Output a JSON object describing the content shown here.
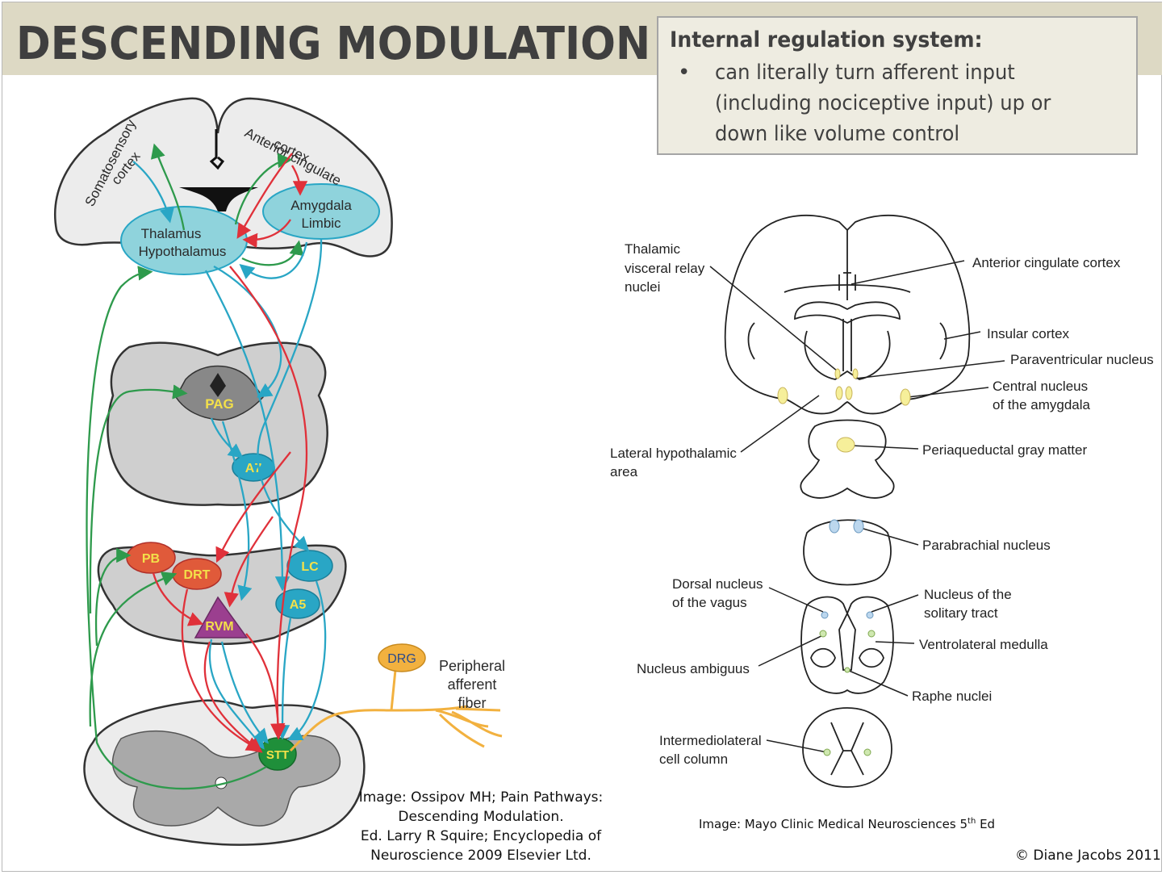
{
  "title": "DESCENDING MODULATION",
  "info": {
    "heading": "Internal regulation system:",
    "bullet": "•",
    "bullet_text": "can literally turn afferent input (including nociceptive input) up or down like volume control"
  },
  "left_diagram": {
    "labels": {
      "somatosensory": "Somatosensory",
      "somato_cortex": "cortex",
      "anterior_cingulate": "Anterior cingulate",
      "ac_cortex": "cortex",
      "amygdala": "Amygdala",
      "limbic": "Limbic",
      "thalamus": "Thalamus",
      "hypothalamus": "Hypothalamus",
      "pag": "PAG",
      "a7": "A7",
      "pb": "PB",
      "drt": "DRT",
      "lc": "LC",
      "a5": "A5",
      "rvm": "RVM",
      "stt": "STT",
      "drg": "DRG",
      "peripheral": "Peripheral",
      "afferent": "afferent",
      "fiber": "fiber"
    },
    "colors": {
      "green": "#2e9a4c",
      "blue": "#29a6c5",
      "red": "#e0313a",
      "orange": "#f2b13f",
      "nucleus_cyan": "#8fd3dc",
      "tissue_grey": "#cfcfcf",
      "tissue_light": "#ececec"
    },
    "caption": [
      "Image: Ossipov MH; Pain Pathways:",
      "Descending Modulation.",
      "Ed. Larry R Squire; Encyclopedia of",
      "Neuroscience 2009 Elsevier Ltd."
    ]
  },
  "right_diagram": {
    "labels": {
      "thalamic": "Thalamic",
      "visceral_relay": "visceral relay",
      "nuclei": "nuclei",
      "anterior_cingulate_cortex": "Anterior cingulate cortex",
      "insular_cortex": "Insular cortex",
      "paraventricular": "Paraventricular nucleus",
      "central_nucleus": "Central nucleus",
      "of_amygdala": "of the amygdala",
      "lateral_hypo": "Lateral hypothalamic",
      "area": "area",
      "periaqueductal": "Periaqueductal gray matter",
      "parabrachial": "Parabrachial nucleus",
      "dorsal_nucleus": "Dorsal nucleus",
      "of_vagus": "of the vagus",
      "nucleus_of_the": "Nucleus of the",
      "solitary": "solitary tract",
      "ventrolateral": "Ventrolateral medulla",
      "ambiguus": "Nucleus ambiguus",
      "raphe": "Raphe nuclei",
      "intermediolateral": "Intermediolateral",
      "cell_column": "cell column"
    },
    "caption_prefix": "Image: Mayo Clinic Medical Neurosciences 5",
    "caption_sup": "th",
    "caption_suffix": " Ed"
  },
  "copyright": "© Diane Jacobs 2011"
}
